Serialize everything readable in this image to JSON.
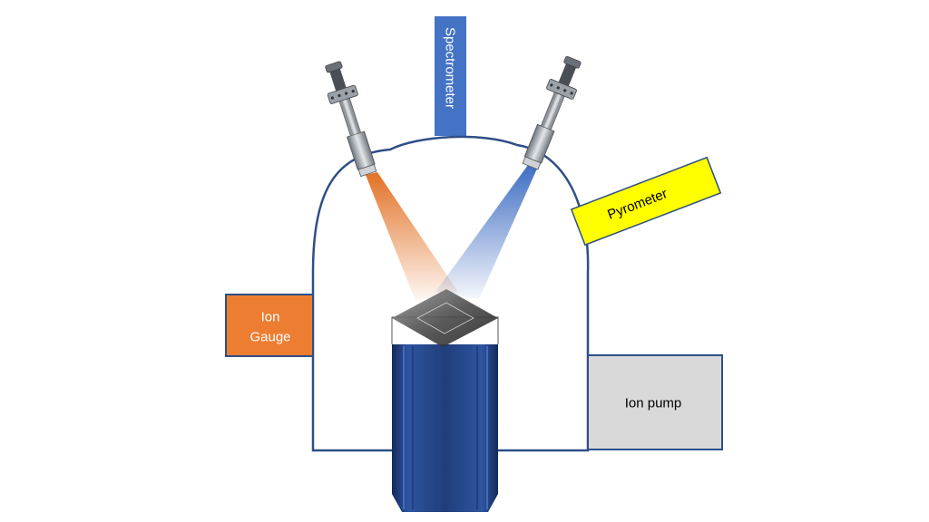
{
  "labels": {
    "spectrometer": "Spectrometer",
    "pyrometer": "Pyrometer",
    "ion_gauge_line1": "Ion",
    "ion_gauge_line2": "Gauge",
    "ion_pump": "Ion pump"
  },
  "colors": {
    "chamber_outline": "#2f4f86",
    "spectrometer_fill": "#4472c4",
    "spectrometer_text": "#ffffff",
    "pyrometer_fill": "#ffff00",
    "pyrometer_stroke": "#2f4f86",
    "pyrometer_text": "#000000",
    "ion_gauge_fill": "#ed7d31",
    "ion_gauge_stroke": "#2f4f86",
    "ion_gauge_text": "#ffffff",
    "ion_pump_fill": "#d9d9d9",
    "ion_pump_stroke": "#2f4f86",
    "ion_pump_text": "#000000",
    "orange_beam": "#e06a1a",
    "blue_beam": "#3566c0",
    "sample_holder": "#1f3e7a",
    "sample_plate": "#555555",
    "probe_metal": "#a8aeb5"
  },
  "icons": {
    "left_probe": "vacuum-feedthrough-probe-icon",
    "right_probe": "vacuum-feedthrough-probe-icon"
  }
}
